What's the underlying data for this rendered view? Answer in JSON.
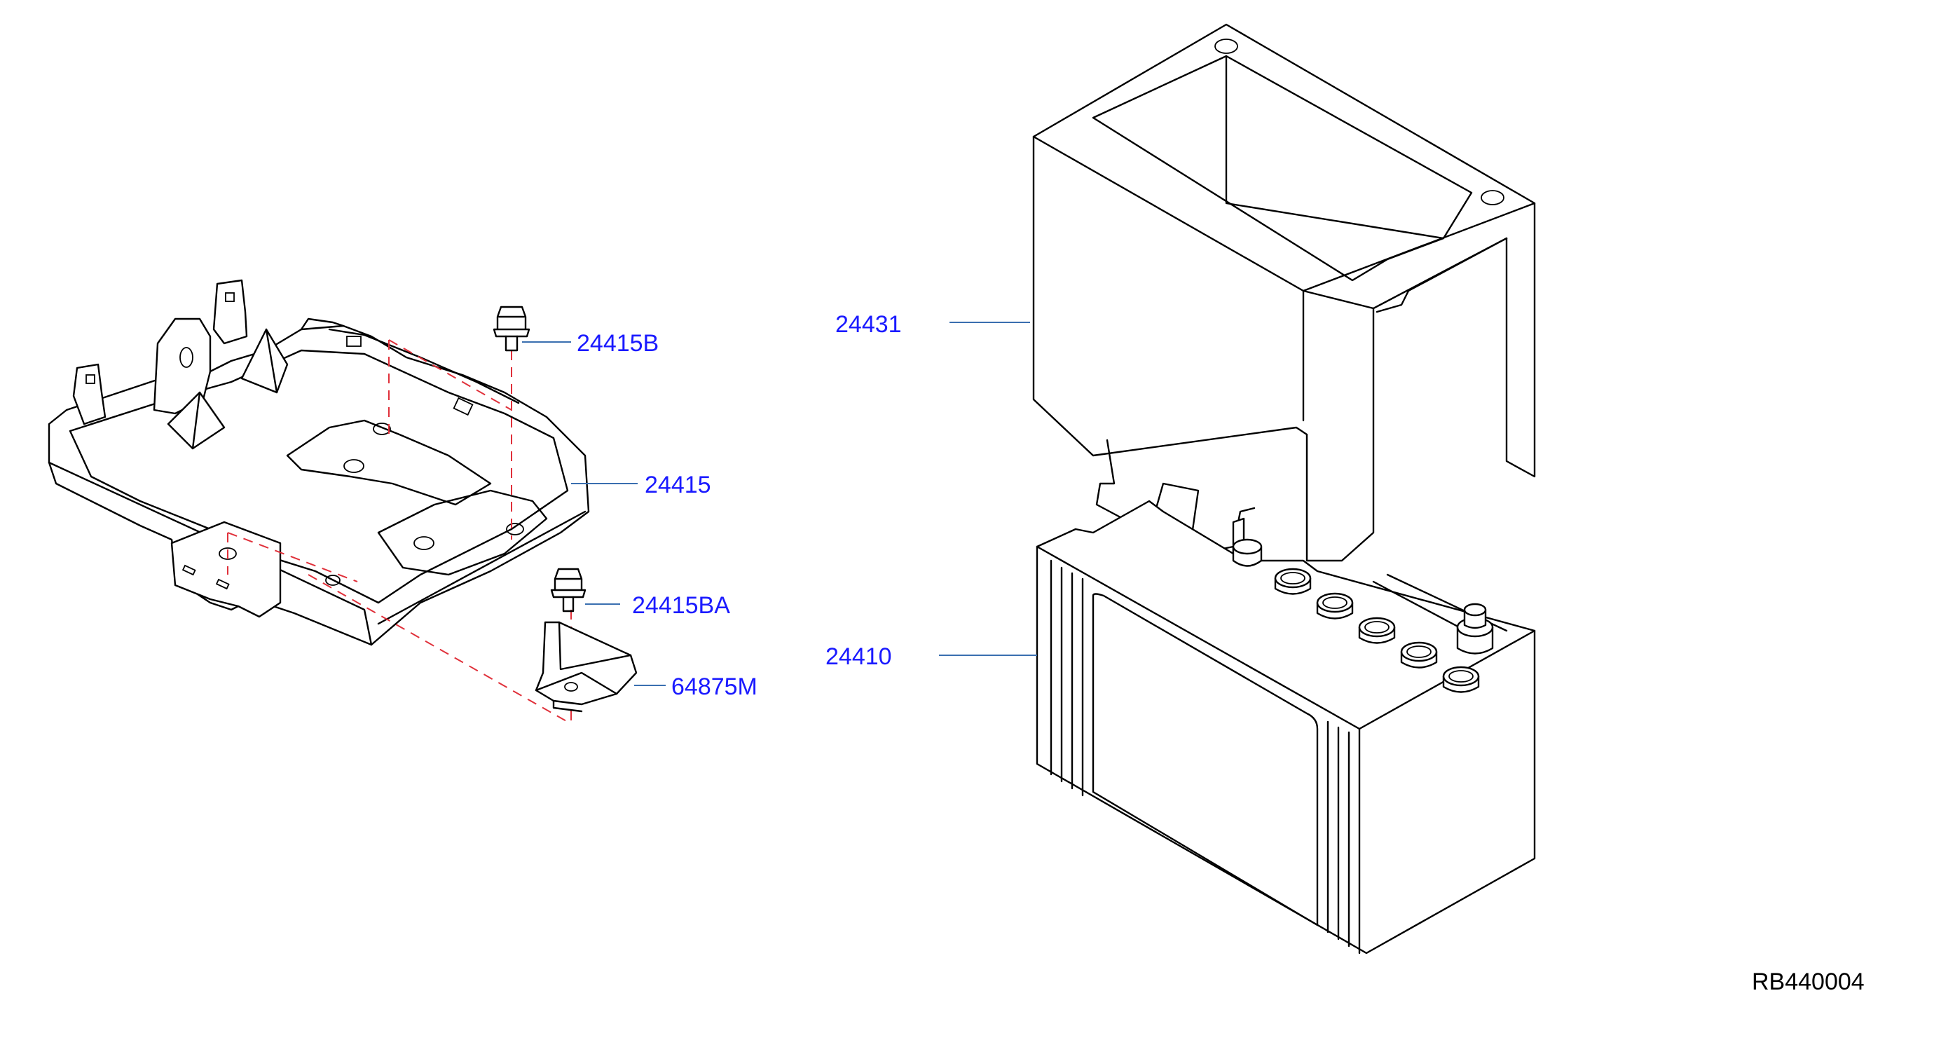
{
  "diagram": {
    "colors": {
      "line_art": "#000000",
      "callout_text": "#1a1aff",
      "leader_line": "#3a6fb0",
      "hidden_line": "#e0303a",
      "ref_code": "#000000"
    },
    "callouts": {
      "c24415b": "24415B",
      "c24415": "24415",
      "c24415ba": "24415BA",
      "c64875m": "64875M",
      "c24431": "24431",
      "c24410": "24410"
    },
    "ref_code": "RB440004"
  }
}
